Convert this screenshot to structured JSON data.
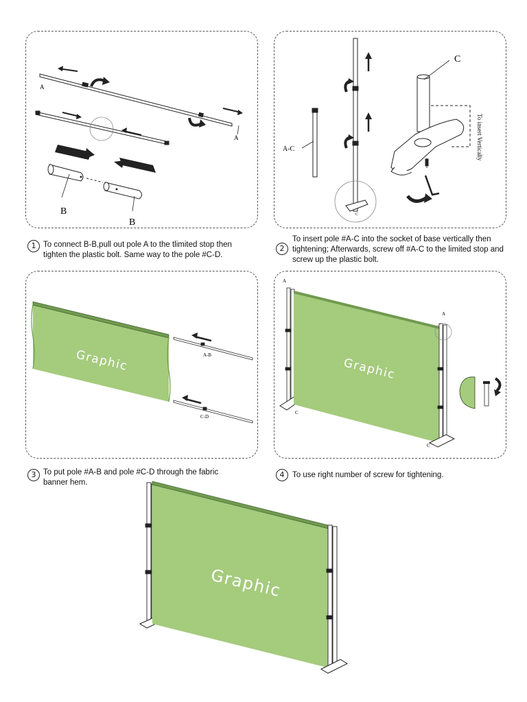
{
  "steps": [
    {
      "number": "1",
      "caption": "To connect B-B,pull out pole A to the tlimited stop then tighten the plastic bolt. Same  way to the pole #C-D.",
      "labels": {
        "a1": "A",
        "a2": "A",
        "b1": "B",
        "b2": "B"
      }
    },
    {
      "number": "2",
      "caption": "To insert pole #A-C into the socket of base vertically then tightening; Afterwards, screw off #A-C to the limited stop and screw up the plastic bolt.",
      "labels": {
        "ac": "A-C",
        "c": "C",
        "vertical": "To insert Vertically",
        "base_c": "C"
      }
    },
    {
      "number": "3",
      "caption": "To put pole #A-B and pole #C-D through the fabric banner hem.",
      "labels": {
        "graphic": "Graphic",
        "ab": "A-B",
        "cd": "C-D"
      }
    },
    {
      "number": "4",
      "caption": "To use right number of screw for tightening.",
      "labels": {
        "graphic": "Graphic",
        "a_left": "A",
        "c_left": "C",
        "a_right": "A",
        "c_right": "C"
      }
    }
  ],
  "final": {
    "graphic": "Graphic"
  },
  "colors": {
    "banner": "#a5cb7d",
    "banner_edge": "#6f9a4f",
    "line": "#222222"
  }
}
